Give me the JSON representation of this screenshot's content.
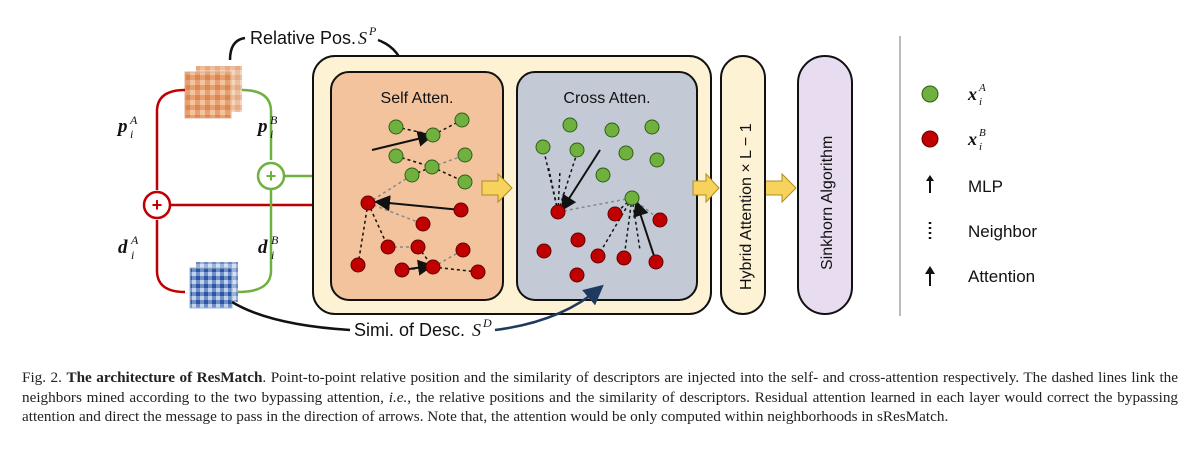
{
  "labels": {
    "relative_pos": "Relative Pos.",
    "relative_pos_sym": "S",
    "relative_pos_sup": "P",
    "simi_desc": "Simi. of Desc.",
    "simi_desc_sym": "S",
    "simi_desc_sup": "D",
    "self_atten": "Self Atten.",
    "cross_atten": "Cross Atten.",
    "hybrid": "Hybrid Attention × L − 1",
    "sinkhorn": "Sinkhorn Algorithm",
    "p_a": "p",
    "p_a_sup": "A",
    "p_a_sub": "i",
    "p_b": "p",
    "p_b_sup": "B",
    "p_b_sub": "i",
    "d_a": "d",
    "d_a_sup": "A",
    "d_a_sub": "i",
    "d_b": "d",
    "d_b_sup": "B",
    "d_b_sub": "i",
    "plus": "+"
  },
  "legend": [
    {
      "kind": "green-dot",
      "label": "x",
      "sup": "A",
      "sub": "i"
    },
    {
      "kind": "red-dot",
      "label": "x",
      "sup": "B",
      "sub": "i"
    },
    {
      "kind": "mlp",
      "label": "MLP"
    },
    {
      "kind": "neighbor",
      "label": "Neighbor"
    },
    {
      "kind": "attention",
      "label": "Attention"
    }
  ],
  "caption": {
    "fig": "Fig. 2.",
    "title": "The architecture of ResMatch",
    "part1": ". Point-to-point relative position and the similarity of descriptors are injected into the self- and cross-attention respectively. The dashed lines link the neighbors mined according to the two bypassing attention, ",
    "ie": "i.e.",
    "part2": ", the relative positions and the similarity of descriptors. Residual attention learned in each layer would correct the bypassing attention and direct the message to pass in the direction of arrows. Note that, the attention would be only computed within neighborhoods in sResMatch."
  },
  "colors": {
    "green": "#6fb03e",
    "red": "#c00000",
    "self_panel": "#f3c39d",
    "cross_panel": "#c3cad6",
    "outer_panel": "#fdf2d3",
    "sinkhorn_fill": "#e8dcf0",
    "yellow_arrow": "#f7d35d"
  }
}
